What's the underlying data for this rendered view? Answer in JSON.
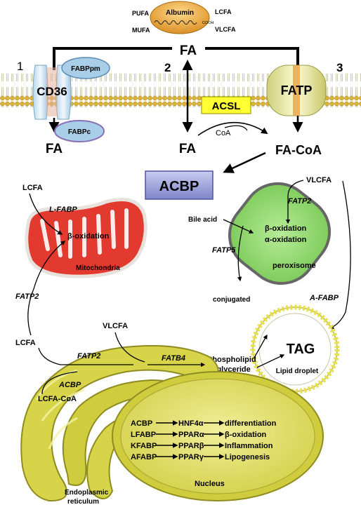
{
  "colors": {
    "membrane_head": "#d9b23a",
    "albumin": "#e8a640",
    "fabppm": "#a9cfe8",
    "acsl_fill": "#ffff33",
    "acbp_fill": "#9aa0d8",
    "peroxisome": "#8fdc6c",
    "mitochondria": "#e23a2e",
    "er": "#d7d44a",
    "nucleus": "#e6e374",
    "lipid_droplet": "#e6e04a"
  },
  "albumin": {
    "label": "Albumin",
    "cooh": "COOH",
    "pufa": "PUFA",
    "mufa": "MUFA",
    "lcfa": "LCFA",
    "vlcfa": "VLCFA"
  },
  "transport": {
    "fa_top": "FA",
    "num1": "1",
    "num2": "2",
    "num3": "3",
    "cd36": "CD36",
    "fabppm": "FABPpm",
    "fatp": "FATP",
    "fabpc": "FABPc",
    "fa_left": "FA",
    "fa_mid": "FA",
    "acsl": "ACSL",
    "coa": "CoA",
    "fa_coa": "FA-CoA",
    "acbp": "ACBP"
  },
  "mito": {
    "lcfa": "LCFA",
    "lfabp": "L-FABP",
    "beta": "β-oxidation",
    "label": "Mitochondria",
    "fatp2": "FATP2"
  },
  "perox": {
    "vlcfa": "VLCFA",
    "fatp2": "FATP2",
    "bile": "Bile acid",
    "beta": "β-oxidation",
    "alpha": "α-oxidation",
    "fatp5": "FATP5",
    "label": "peroxisome",
    "conjugated": "conjugated",
    "afabp": "A-FABP"
  },
  "droplet": {
    "tag": "TAG",
    "label": "Lipid droplet",
    "phospholipid": "Phospholipid",
    "triglyceride": "Triglyceride"
  },
  "er": {
    "lcfa": "LCFA",
    "vlcfa": "VLCFA",
    "fatp2": "FATP2",
    "fatb4": "FATB4",
    "acbp": "ACBP",
    "lcfa_coa": "LCFA-CoA",
    "label1": "Endoplasmic",
    "label2": "reticulum"
  },
  "nucleus": {
    "label": "Nucleus",
    "rows": [
      {
        "protein": "ACBP",
        "target": "HNF4α",
        "effect": "differentiation"
      },
      {
        "protein": "LFABP",
        "target": "PPARα",
        "effect": "β-oxidation"
      },
      {
        "protein": "KFABP",
        "target": "PPARβ",
        "effect": "Inflammation"
      },
      {
        "protein": "AFABP",
        "target": "PPARγ",
        "effect": "Lipogenesis"
      }
    ]
  }
}
